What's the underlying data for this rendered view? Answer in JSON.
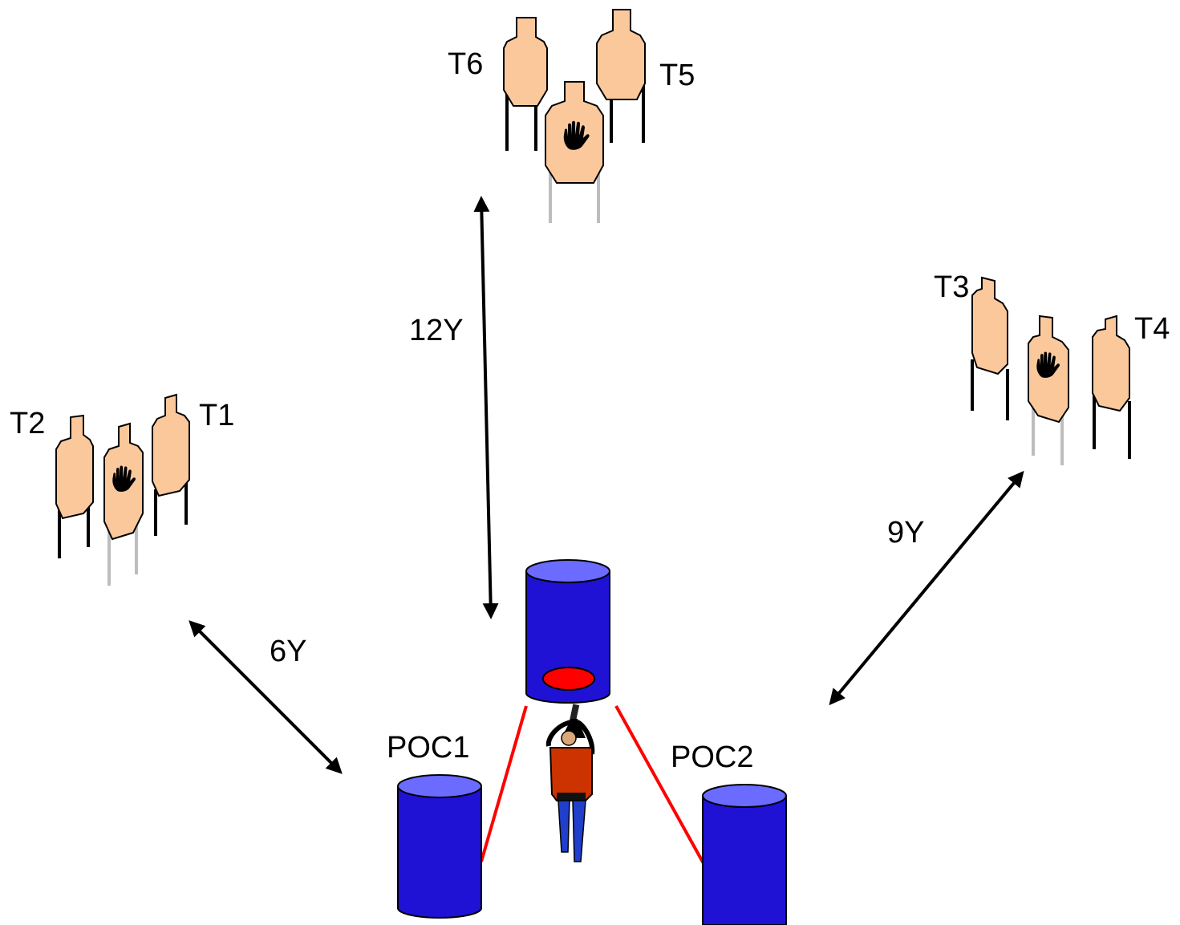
{
  "labels": {
    "t1": "T1",
    "t2": "T2",
    "t3": "T3",
    "t4": "T4",
    "t5": "T5",
    "t6": "T6",
    "poc1": "POC1",
    "poc2": "POC2"
  },
  "distances": {
    "left": "6Y",
    "center": "12Y",
    "right": "9Y"
  },
  "colors": {
    "target_fill": "#FBC89C",
    "target_stroke": "#C0504D",
    "barrel_fill": "#1F12D4",
    "barrel_top": "#6B6BFF",
    "barrel_stroke": "#000000",
    "line_red": "#FF0000",
    "mark_red": "#FF0000",
    "shooter_shirt": "#CC3300",
    "shooter_pants": "#1F3FCC"
  },
  "icons": {
    "no_shoot": "hand-icon",
    "shooter": "shooter-icon"
  }
}
